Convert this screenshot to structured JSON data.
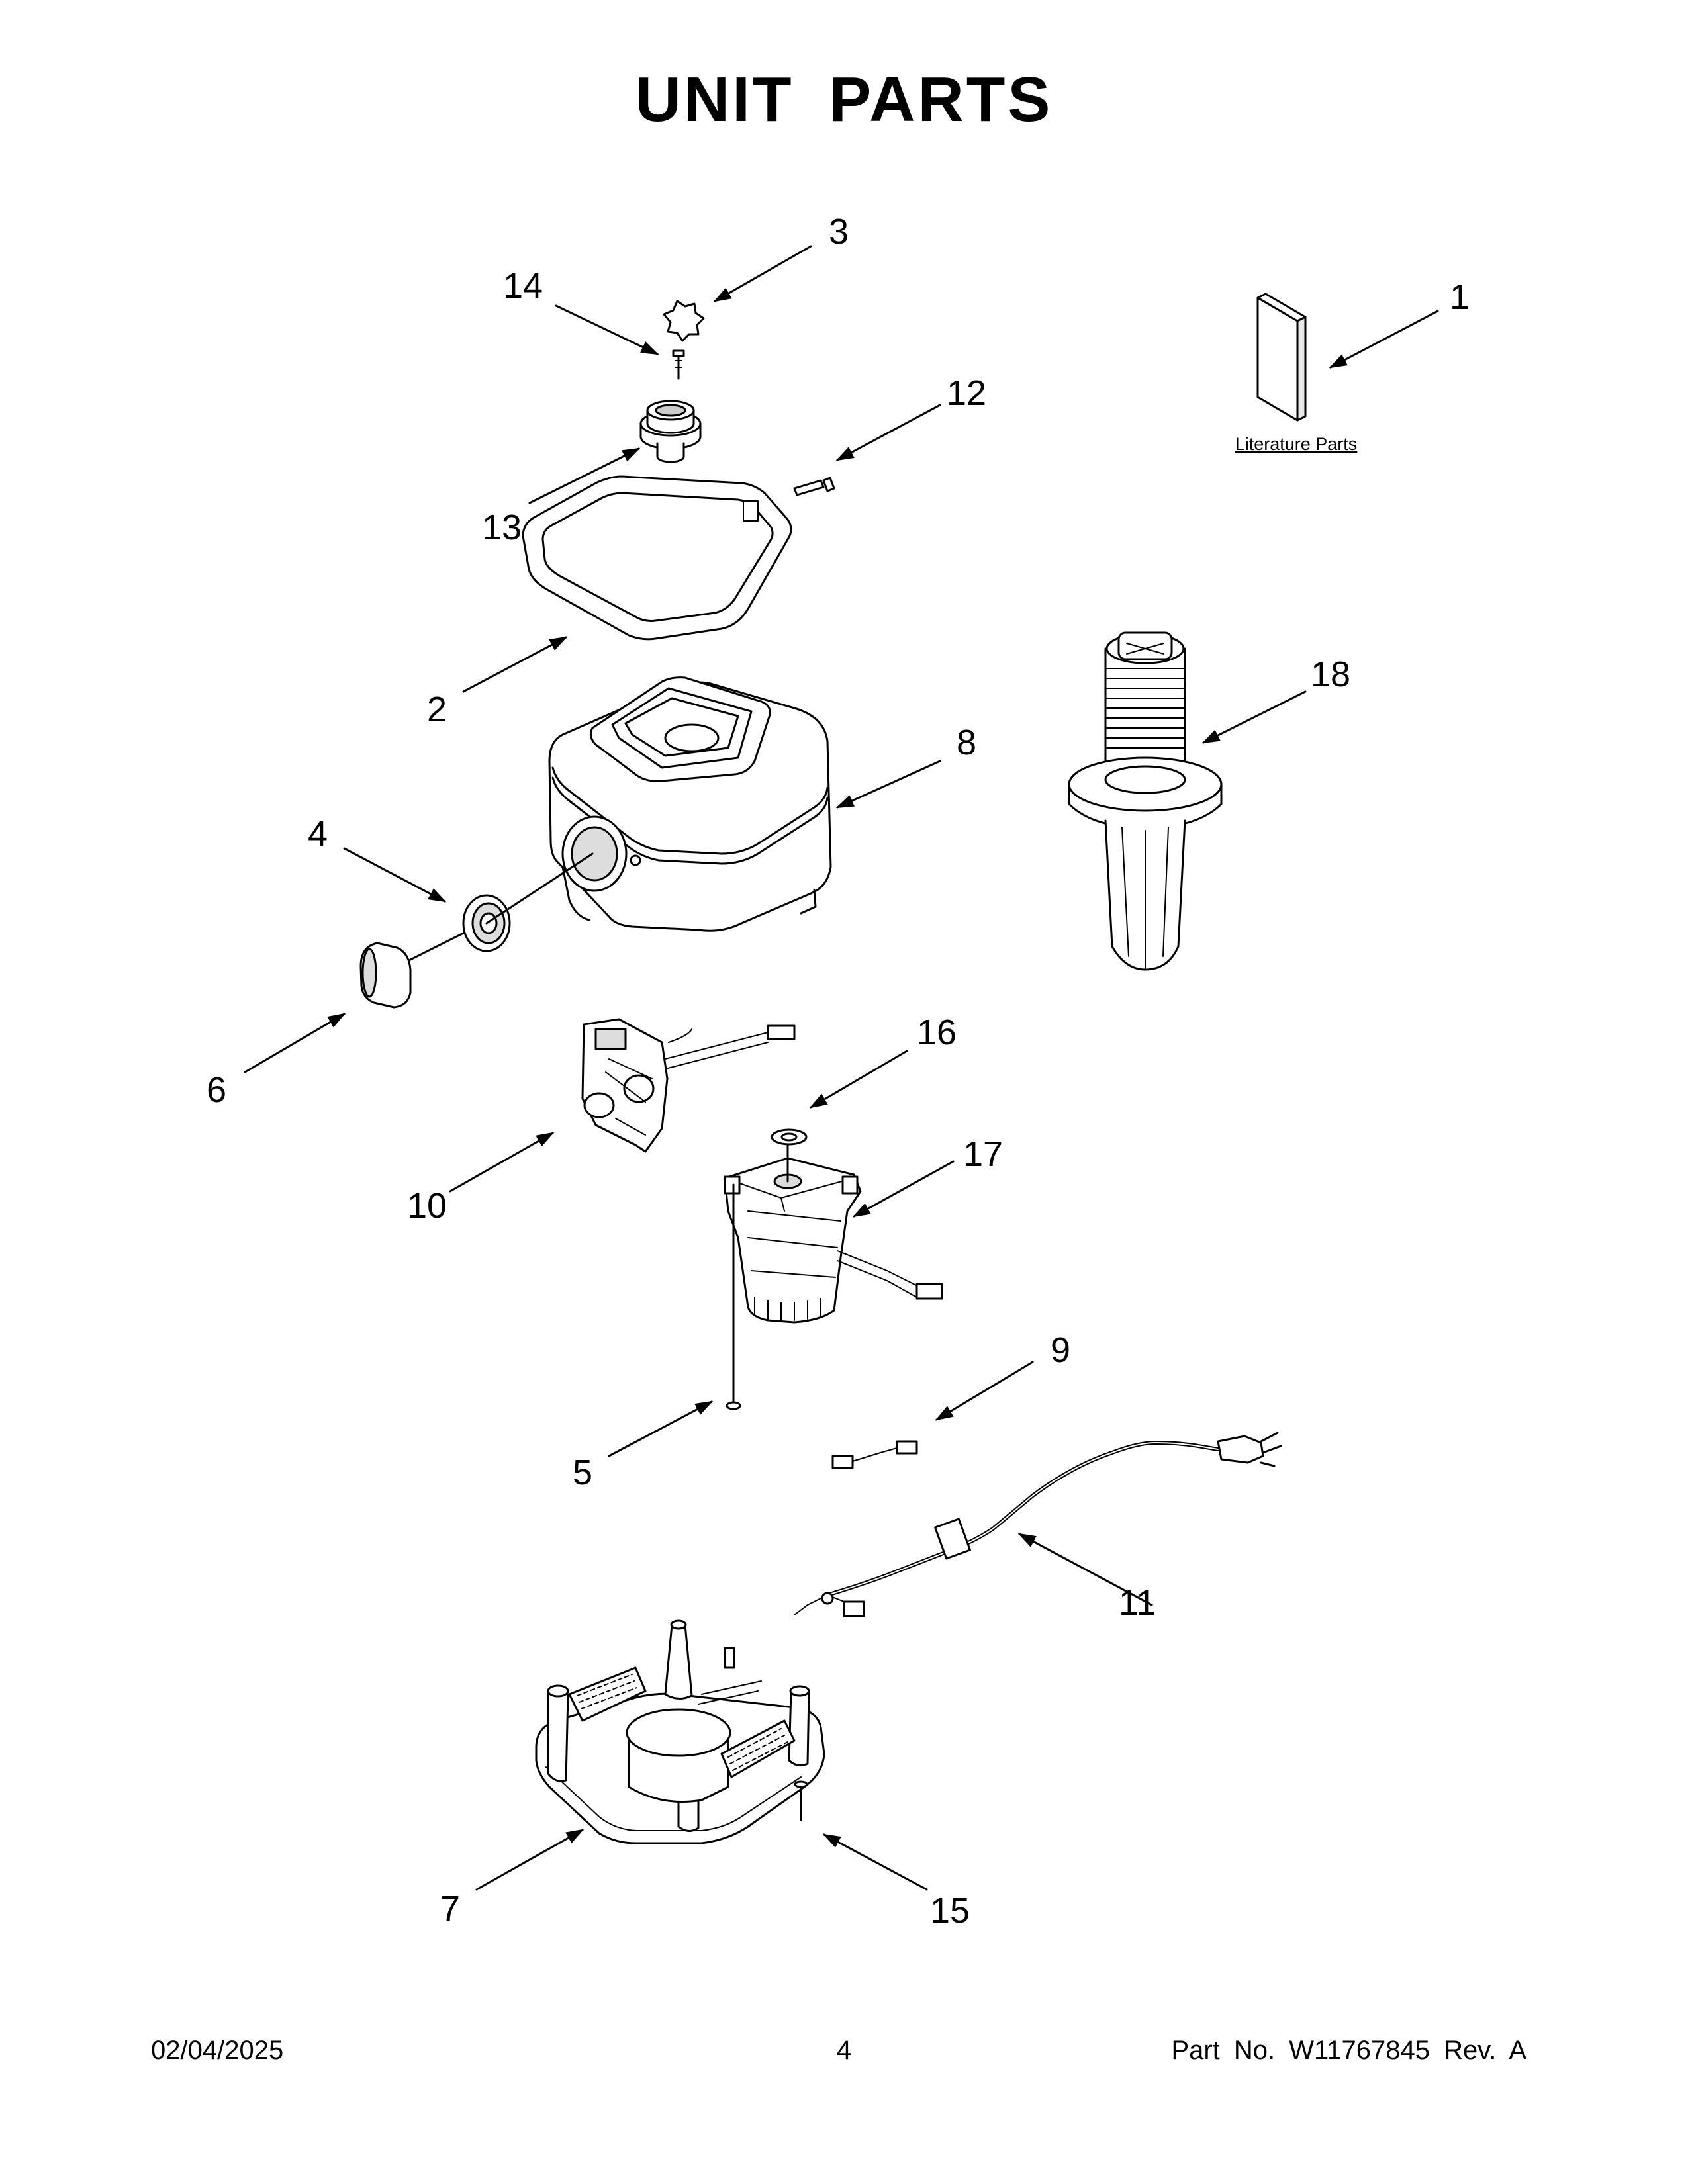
{
  "title": "UNIT  PARTS",
  "callouts": {
    "c1": "1",
    "c2": "2",
    "c3": "3",
    "c4": "4",
    "c5": "5",
    "c6": "6",
    "c7": "7",
    "c8": "8",
    "c9": "9",
    "c10": "10",
    "c11": "11",
    "c12": "12",
    "c13": "13",
    "c14": "14",
    "c15": "15",
    "c16": "16",
    "c17": "17",
    "c18": "18"
  },
  "literature_label": "Literature Parts",
  "footer": {
    "date": "02/04/2025",
    "page": "4",
    "part": "Part No.  W11767845  Rev.  A"
  }
}
